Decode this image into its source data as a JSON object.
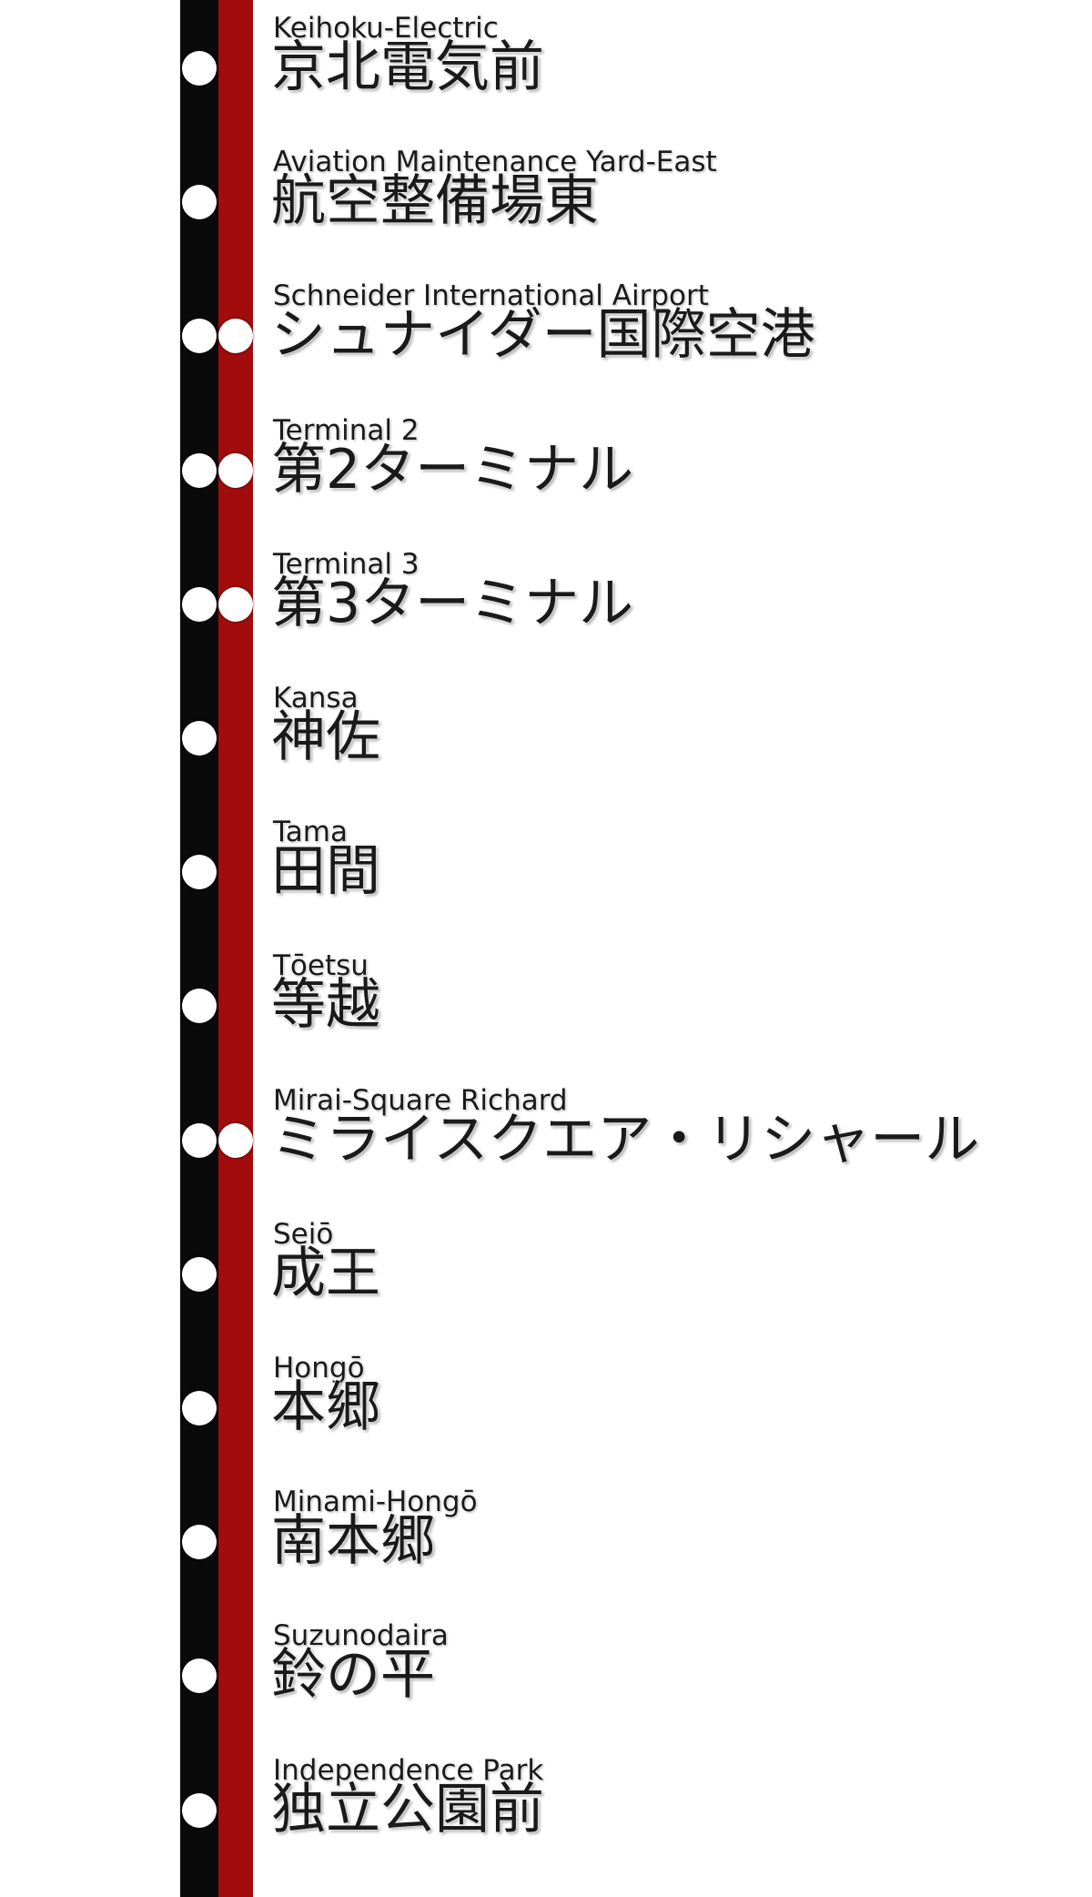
{
  "line": {
    "colors": {
      "black_strip": "#0a0a0a",
      "red_strip": "#a30c0c",
      "dot": "#ffffff"
    }
  },
  "stations": [
    {
      "en": "Keihoku-Electric",
      "ja": "京北電気前",
      "transfer": false
    },
    {
      "en": "Aviation Maintenance Yard-East",
      "ja": "航空整備場東",
      "transfer": false
    },
    {
      "en": "Schneider International Airport",
      "ja": "シュナイダー国際空港",
      "transfer": true
    },
    {
      "en": "Terminal 2",
      "ja": "第2ターミナル",
      "transfer": true
    },
    {
      "en": "Terminal 3",
      "ja": "第3ターミナル",
      "transfer": true
    },
    {
      "en": "Kansa",
      "ja": "神佐",
      "transfer": false
    },
    {
      "en": "Tama",
      "ja": "田間",
      "transfer": false
    },
    {
      "en": "Tōetsu",
      "ja": "等越",
      "transfer": false
    },
    {
      "en": "Mirai-Square Richard",
      "ja": "ミライスクエア・リシャール",
      "transfer": true
    },
    {
      "en": "Seiō",
      "ja": "成王",
      "transfer": false
    },
    {
      "en": "Hongō",
      "ja": "本郷",
      "transfer": false
    },
    {
      "en": "Minami-Hongō",
      "ja": "南本郷",
      "transfer": false
    },
    {
      "en": "Suzunodaira",
      "ja": "鈴の平",
      "transfer": false
    },
    {
      "en": "Independence Park",
      "ja": "独立公園前",
      "transfer": false
    }
  ]
}
